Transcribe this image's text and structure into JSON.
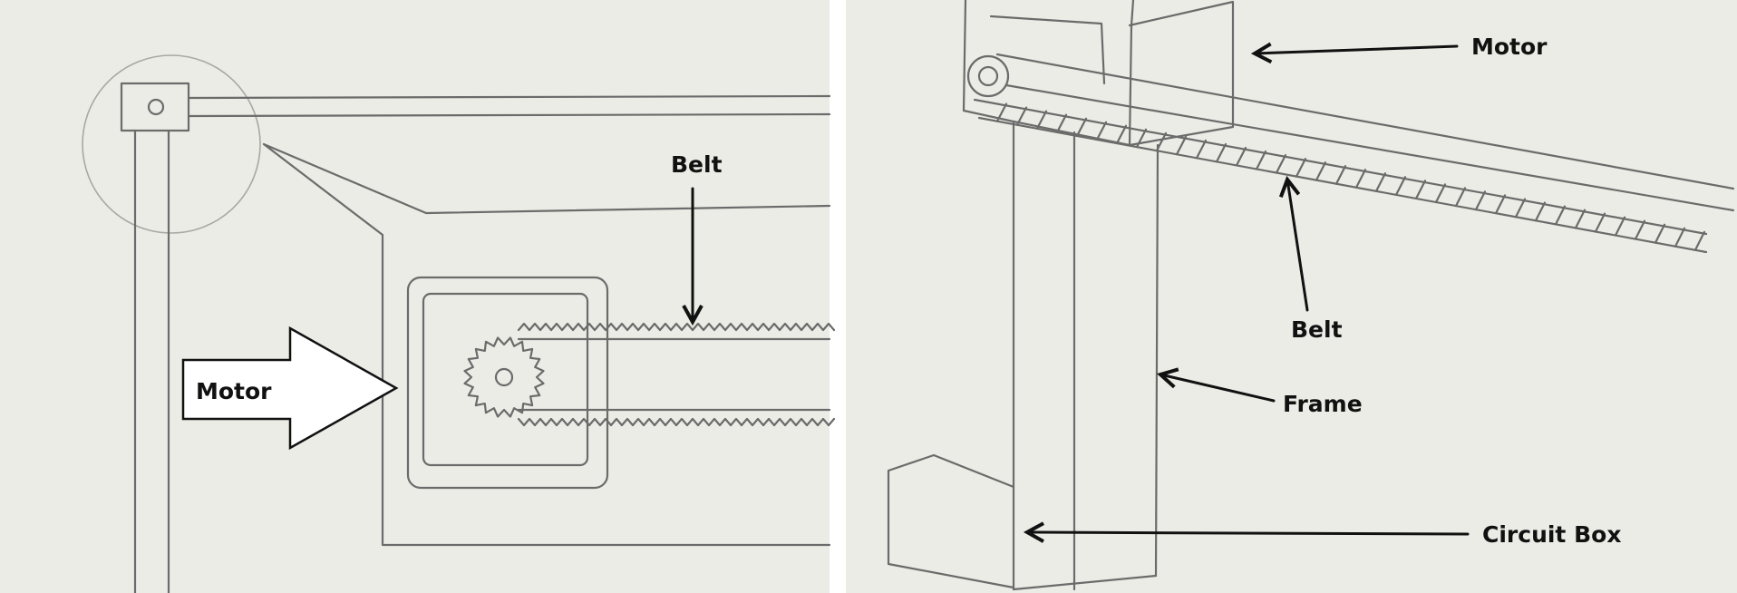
{
  "left_sketch": {
    "labels": {
      "belt": "Belt",
      "motor": "Motor"
    }
  },
  "right_sketch": {
    "labels": {
      "motor": "Motor",
      "belt": "Belt",
      "frame": "Frame",
      "circuit_box": "Circuit Box"
    }
  },
  "colors": {
    "paper": "#ecece6",
    "pencil": "#6b6b6b",
    "ink": "#111111"
  }
}
